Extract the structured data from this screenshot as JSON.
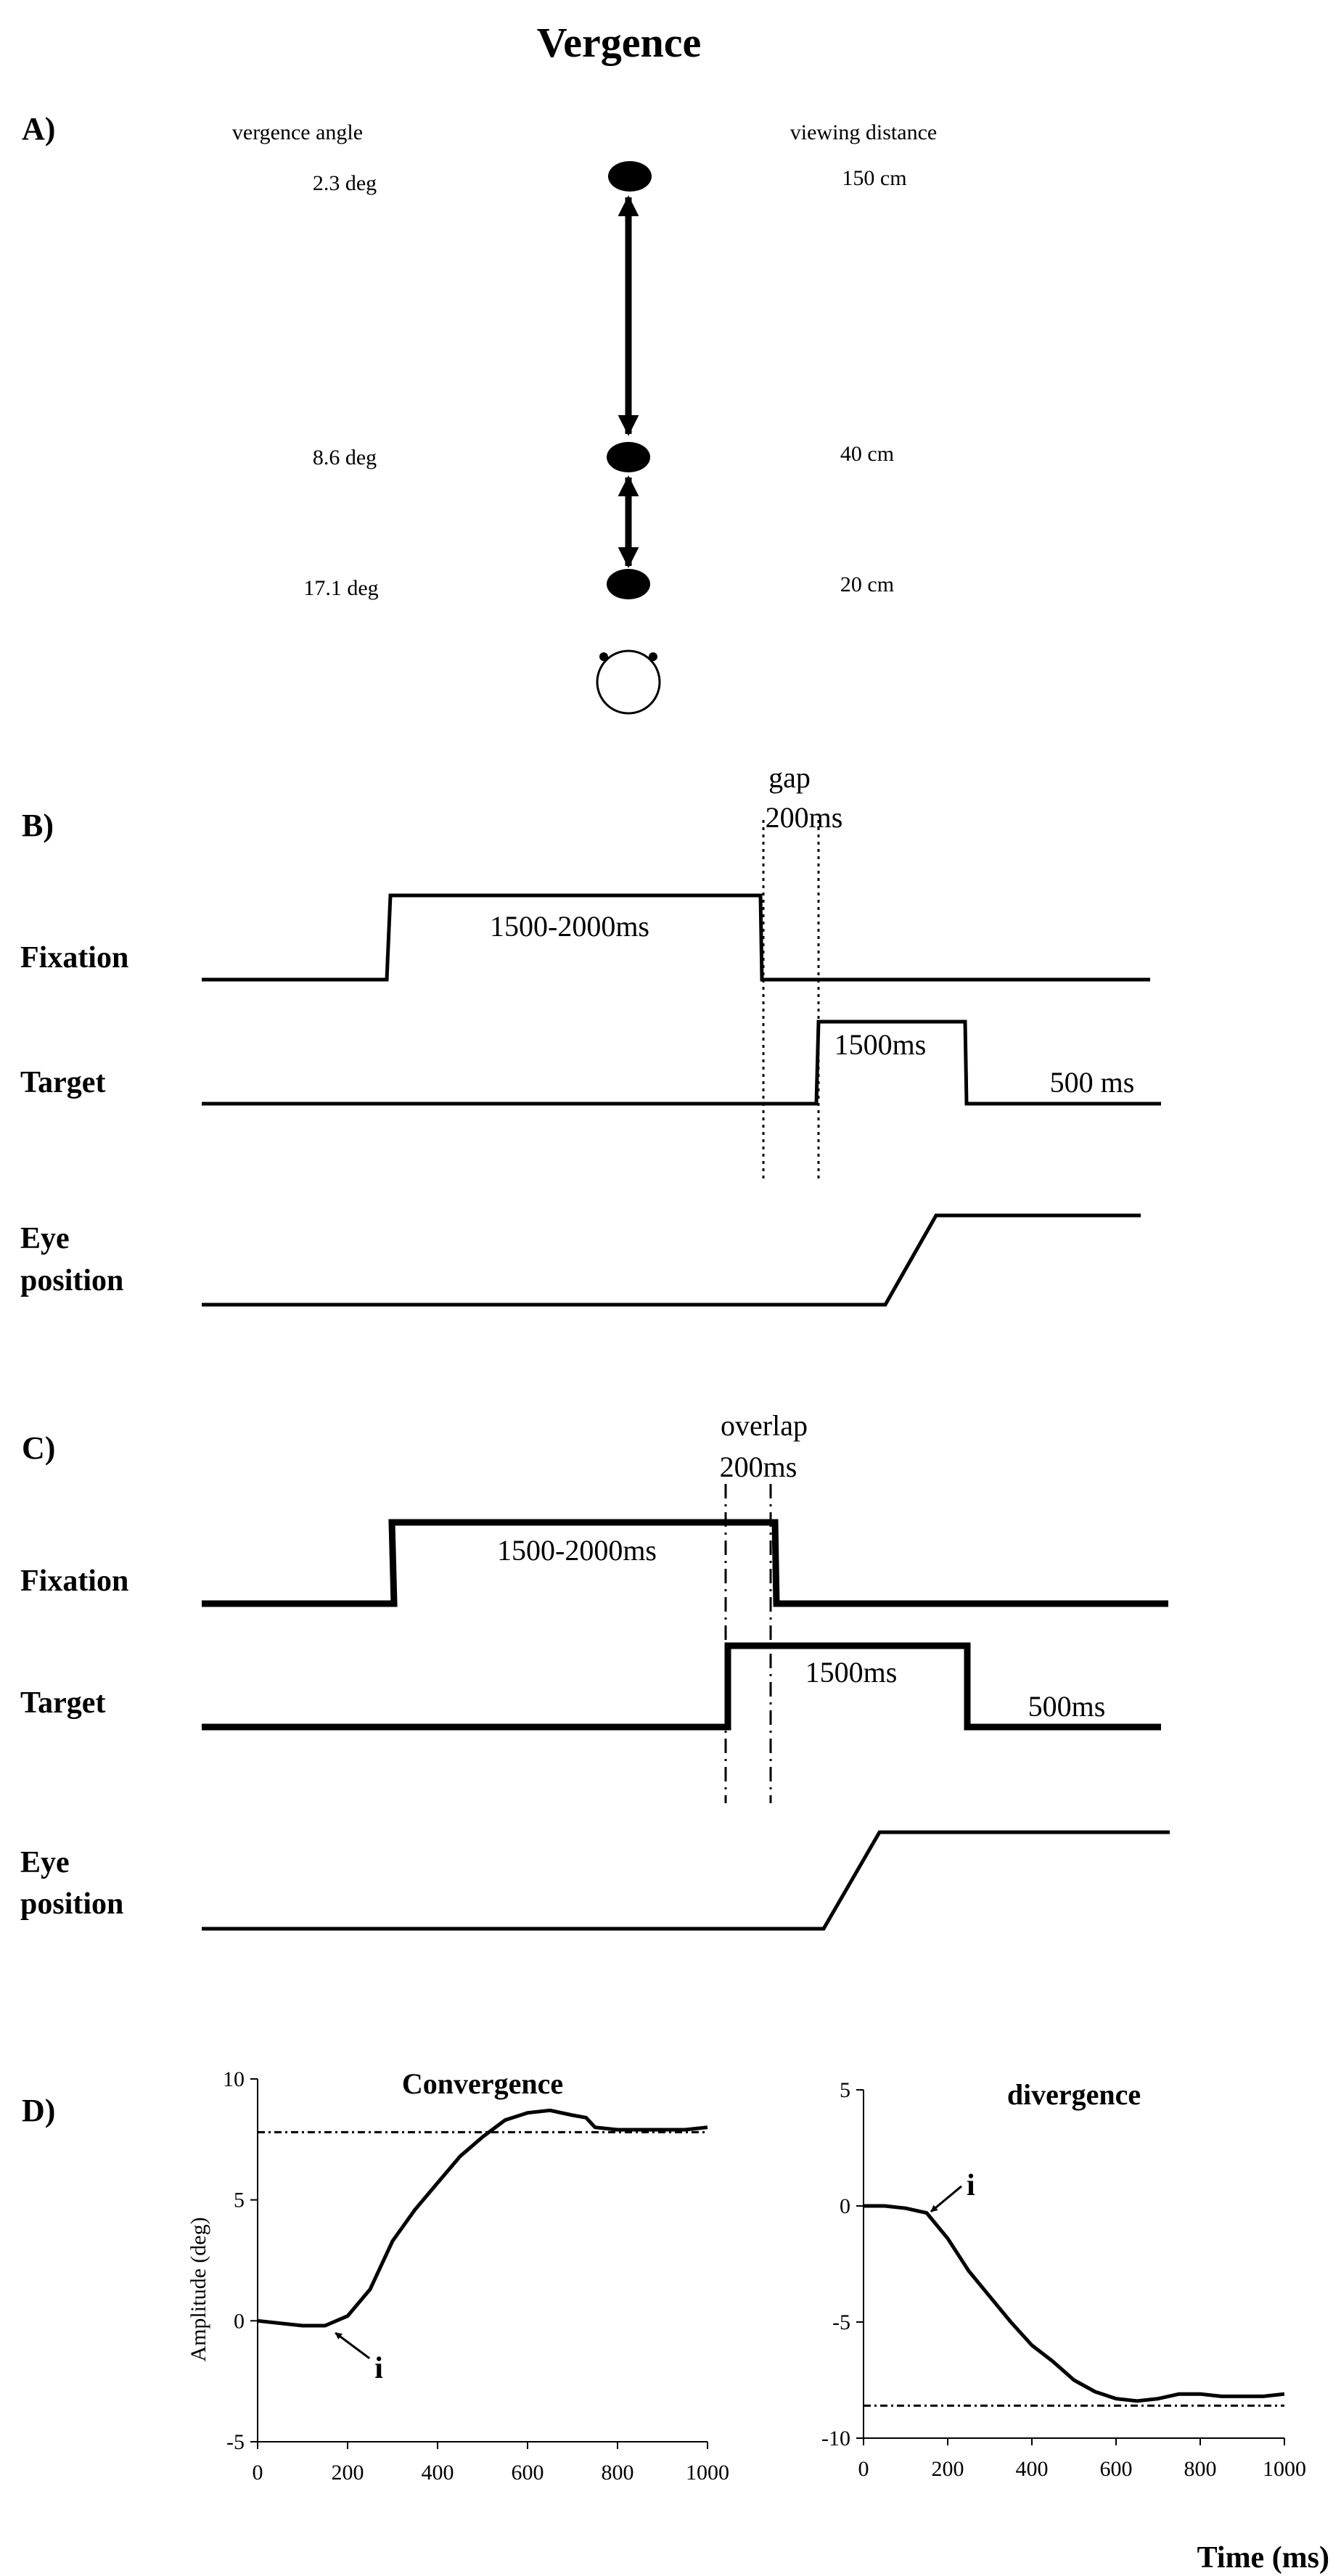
{
  "title": "Vergence",
  "panelA": {
    "label": "A)",
    "left_header": "vergence angle",
    "right_header": "viewing distance",
    "angles": [
      "2.3 deg",
      "8.6 deg",
      "17.1 deg"
    ],
    "distances": [
      "150 cm",
      "40 cm",
      "20 cm"
    ]
  },
  "panelB": {
    "label": "B)",
    "interval_label_1": "gap",
    "interval_label_2": "200ms",
    "fixation_label": "Fixation",
    "target_label": "Target",
    "eye_label_1": "Eye",
    "eye_label_2": "position",
    "fixation_duration": "1500-2000ms",
    "target_duration": "1500ms",
    "post_duration": "500 ms"
  },
  "panelC": {
    "label": "C)",
    "interval_label_1": "overlap",
    "interval_label_2": "200ms",
    "fixation_label": "Fixation",
    "target_label": "Target",
    "eye_label_1": "Eye",
    "eye_label_2": "position",
    "fixation_duration": "1500-2000ms",
    "target_duration": "1500ms",
    "post_duration": "500ms"
  },
  "panelD": {
    "label": "D)",
    "xlabel": "Time (ms)",
    "marker_label": "i"
  },
  "chart_data": [
    {
      "type": "line",
      "title": "Convergence",
      "ylabel": "Amplitude (deg)",
      "xlabel": "",
      "xlim": [
        0,
        1000
      ],
      "ylim": [
        -5,
        10
      ],
      "xticks": [
        0,
        200,
        400,
        600,
        800,
        1000
      ],
      "yticks": [
        10,
        5,
        0,
        -5
      ],
      "reference_line": 7.8,
      "marker": {
        "x": 160,
        "y": -0.2,
        "label": "i"
      },
      "series": [
        {
          "x": [
            0,
            50,
            100,
            150,
            200,
            250,
            300,
            350,
            400,
            450,
            500,
            550,
            600,
            650,
            700,
            730,
            750,
            800,
            850,
            900,
            950,
            1000
          ],
          "y": [
            0,
            -0.1,
            -0.2,
            -0.2,
            0.2,
            1.3,
            3.3,
            4.6,
            5.7,
            6.8,
            7.6,
            8.3,
            8.6,
            8.7,
            8.5,
            8.4,
            8.0,
            7.9,
            7.9,
            7.9,
            7.9,
            8.0
          ]
        }
      ]
    },
    {
      "type": "line",
      "title": "divergence",
      "xlabel": "Time (ms)",
      "xlim": [
        0,
        1000
      ],
      "ylim": [
        -10,
        5
      ],
      "xticks": [
        0,
        200,
        400,
        600,
        800,
        1000
      ],
      "yticks": [
        5,
        0,
        -5,
        -10
      ],
      "reference_line": -8.6,
      "marker": {
        "x": 150,
        "y": -0.4,
        "label": "i"
      },
      "series": [
        {
          "x": [
            0,
            50,
            100,
            150,
            200,
            250,
            300,
            350,
            400,
            450,
            500,
            550,
            600,
            650,
            700,
            750,
            800,
            850,
            900,
            950,
            1000
          ],
          "y": [
            0,
            0,
            -0.1,
            -0.3,
            -1.4,
            -2.8,
            -3.9,
            -5.0,
            -6.0,
            -6.7,
            -7.5,
            -8.0,
            -8.3,
            -8.4,
            -8.3,
            -8.1,
            -8.1,
            -8.2,
            -8.2,
            -8.2,
            -8.1
          ]
        }
      ]
    }
  ]
}
